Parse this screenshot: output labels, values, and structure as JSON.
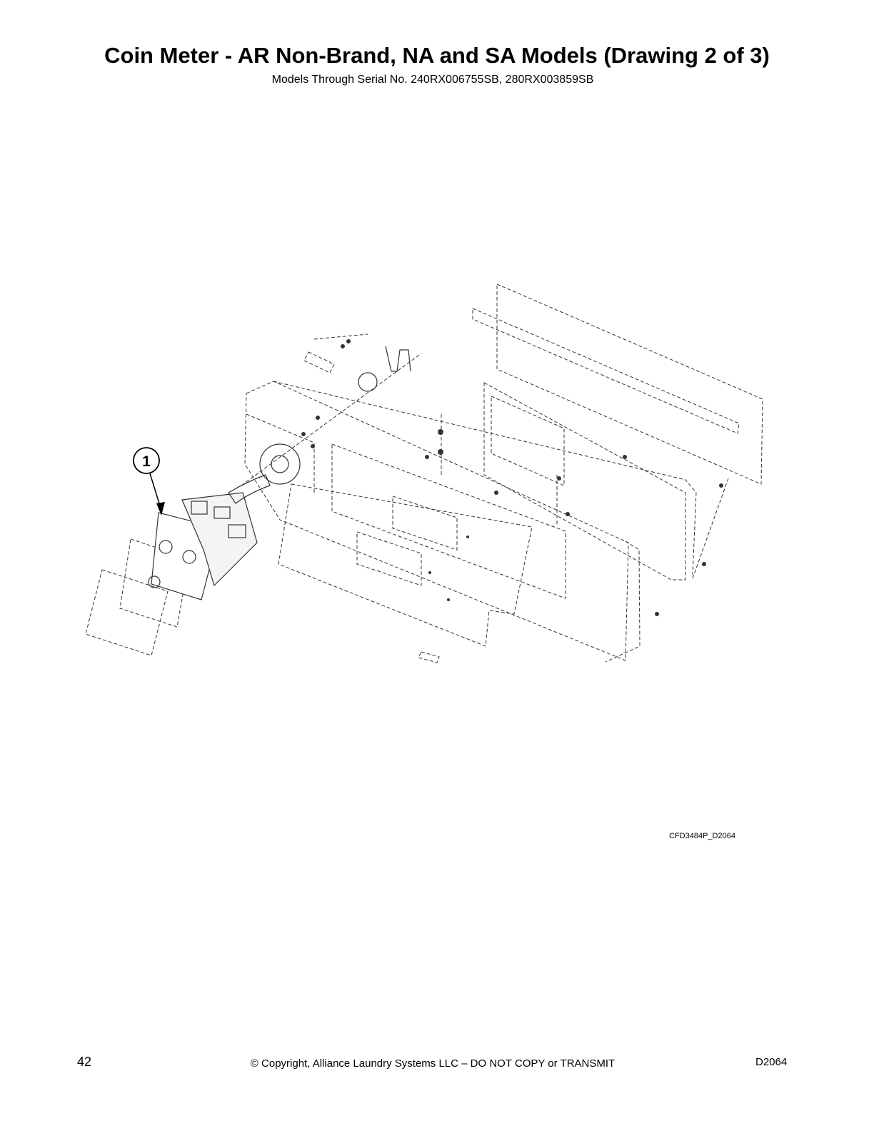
{
  "header": {
    "title": "Coin Meter - AR Non-Brand, NA and SA Models (Drawing 2 of 3)",
    "subtitle": "Models Through Serial No. 240RX006755SB, 280RX003859SB"
  },
  "drawing": {
    "callout_label": "1",
    "drawing_code": "CFD3484P_D2064"
  },
  "footer": {
    "page_number": "42",
    "copyright": "© Copyright, Alliance Laundry Systems LLC – DO NOT COPY or TRANSMIT",
    "doc_code": "D2064"
  }
}
